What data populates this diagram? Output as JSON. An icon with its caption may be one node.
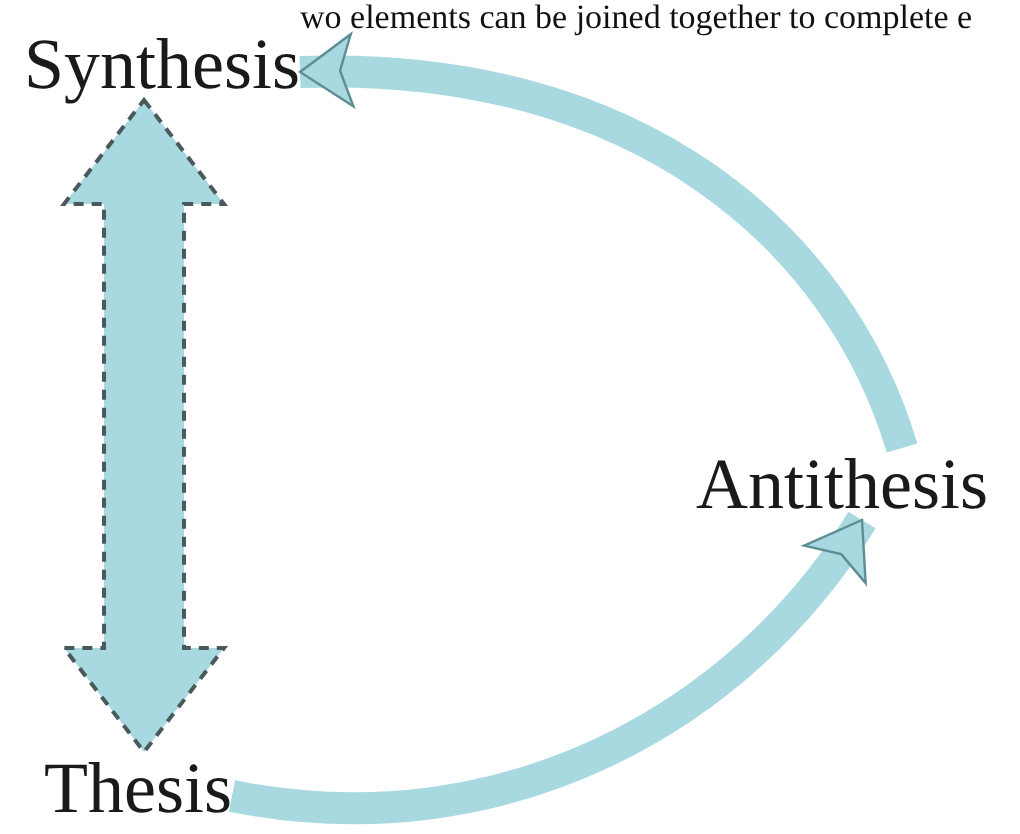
{
  "diagram": {
    "nodes": [
      {
        "text": [
          "Synthesis"
        ]
      },
      {
        "text": [
          "Antithesis"
        ]
      },
      {
        "text": [
          "Thesis"
        ]
      }
    ],
    "edges": [
      {
        "from": 2,
        "to": 1,
        "arrow": "to"
      },
      {
        "from": 1,
        "to": 0,
        "arrow": "to"
      },
      {
        "from": 0,
        "to": 2,
        "arrow": "both",
        "style": "dashed"
      }
    ],
    "labels": [
      "wo elements can be joined together to complete e"
    ]
  }
}
